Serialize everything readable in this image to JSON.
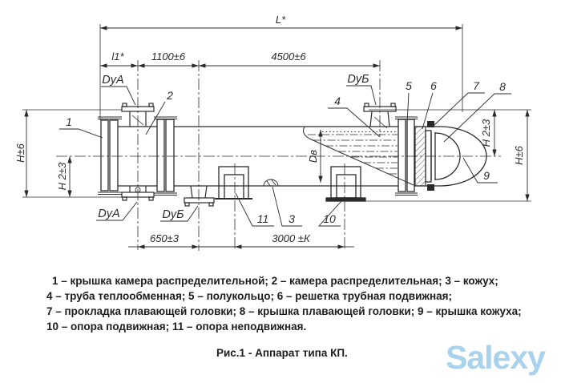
{
  "colors": {
    "ink": "#2b2b2b",
    "watermark": "#a9d2ec"
  },
  "dimensions": {
    "overall_length": "L*",
    "left_offset": "l1*",
    "nozzle_spacing_left": "1100±6",
    "nozzle_spacing_main": "4500±6",
    "bottom_nozzle_spacing": "650±3",
    "support_spacing": "3000 ±К",
    "height_left": "Н±6",
    "height2_left": "Н 2±3",
    "height2_right": "Н 2±3",
    "height_right": "Н±6",
    "inner_diameter": "Dв"
  },
  "nozzle_labels": {
    "top_a": "DуА",
    "bottom_a": "DуА",
    "top_b": "DуБ",
    "bottom_b": "DуБ"
  },
  "part_numbers": {
    "n1": "1",
    "n2": "2",
    "n3": "3",
    "n4": "4",
    "n5": "5",
    "n6": "6",
    "n7": "7",
    "n8": "8",
    "n9": "9",
    "n10": "10",
    "n11": "11"
  },
  "legend": {
    "lines": [
      "1 – крышка камера распределительной; 2 – камера распределительная; 3 – кожух;",
      "4 – труба теплообменная; 5 – полукольцо; 6 – решетка трубная подвижная;",
      "7 – прокладка плавающей головки; 8 – крышка плавающей головки; 9 – крышка кожуха;",
      "10 – опора подвижная; 11 – опора неподвижная."
    ]
  },
  "caption": "Рис.1 - Аппарат типа КП.",
  "watermark": "Salexy"
}
